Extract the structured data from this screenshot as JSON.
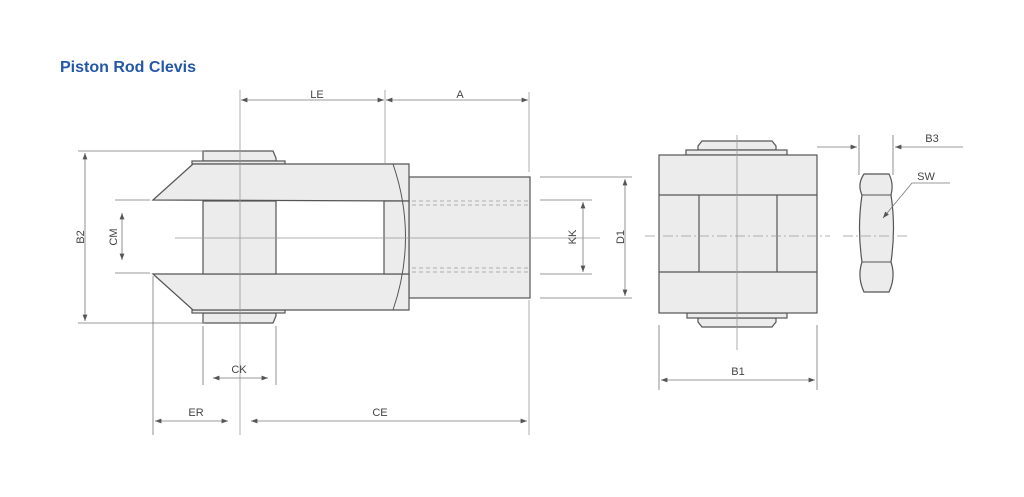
{
  "title": "Piston Rod Clevis",
  "labels": {
    "LE": "LE",
    "A": "A",
    "B2": "B2",
    "CM": "CM",
    "KK": "KK",
    "D1": "D1",
    "CK": "CK",
    "ER": "ER",
    "CE": "CE",
    "B1": "B1",
    "B3": "B3",
    "SW": "SW"
  },
  "colors": {
    "title": "#2458a6",
    "part_fill": "#ececec",
    "outline": "#555555"
  }
}
